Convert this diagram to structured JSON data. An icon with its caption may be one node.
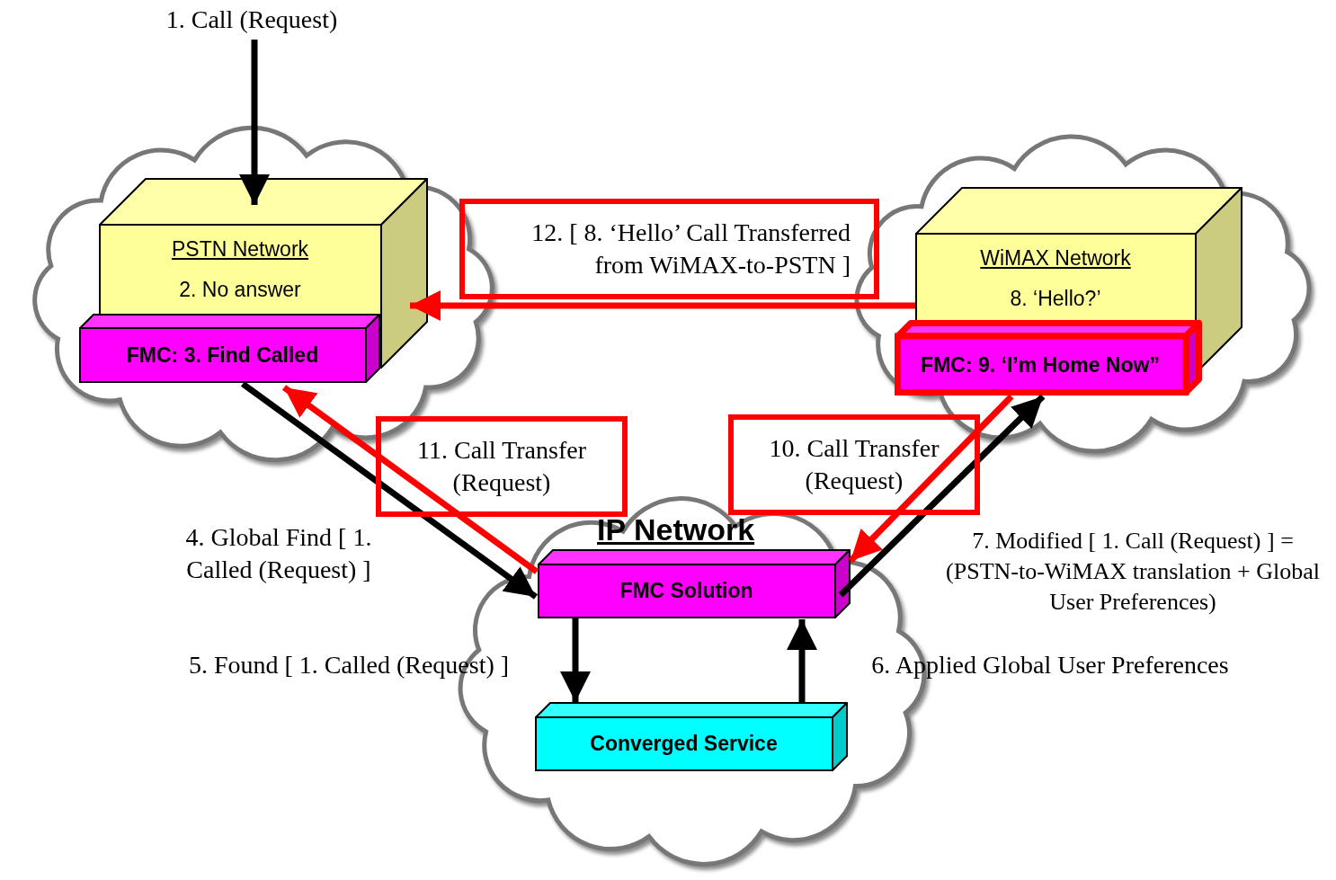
{
  "diagram": {
    "nodes": [
      {
        "text": [
          "1. Call (Request)"
        ]
      },
      {
        "text": [],
        "shape": "cloud"
      },
      {
        "text": [
          "PSTN Network",
          "2. No answer"
        ],
        "in": 1
      },
      {
        "text": [
          "FMC: 3. Find Called"
        ],
        "in": 1
      },
      {
        "text": [],
        "shape": "cloud"
      },
      {
        "text": [
          "WiMAX Network",
          "8. ‘Hello?’"
        ],
        "in": 4
      },
      {
        "text": [
          "FMC: 9. ‘I’m Home Now”"
        ],
        "in": 4
      },
      {
        "text": [
          "IP Network"
        ]
      },
      {
        "text": [
          "FMC Solution"
        ],
        "in": 7
      },
      {
        "text": [
          "Converged Service"
        ],
        "in": 7
      }
    ],
    "edges": [
      {
        "from": 0,
        "to": 2,
        "arrow": "to"
      },
      {
        "from": 3,
        "to": 8,
        "arrow": "to",
        "label": "4. Global Find [ 1. Called (Request) ]"
      },
      {
        "from": 8,
        "to": 9,
        "arrow": "to",
        "label": "5. Found [ 1. Called (Request) ]"
      },
      {
        "from": 9,
        "to": 8,
        "arrow": "to",
        "label": "6. Applied Global User Preferences"
      },
      {
        "from": 8,
        "to": 6,
        "arrow": "to",
        "label": "7. Modified [ 1. Call (Request) ] = (PSTN-to-WiMAX translation + Global User Preferences)"
      },
      {
        "from": 6,
        "to": 8,
        "arrow": "to",
        "label": "10. Call Transfer (Request)",
        "color": "#ff0000"
      },
      {
        "from": 8,
        "to": 3,
        "arrow": "to",
        "label": "11. Call Transfer (Request)",
        "color": "#ff0000"
      },
      {
        "from": 5,
        "to": 2,
        "arrow": "to",
        "label": "12. [ 8. ‘Hello’ Call Transferred from WiMAX-to-PSTN ]",
        "color": "#ff0000"
      }
    ]
  }
}
